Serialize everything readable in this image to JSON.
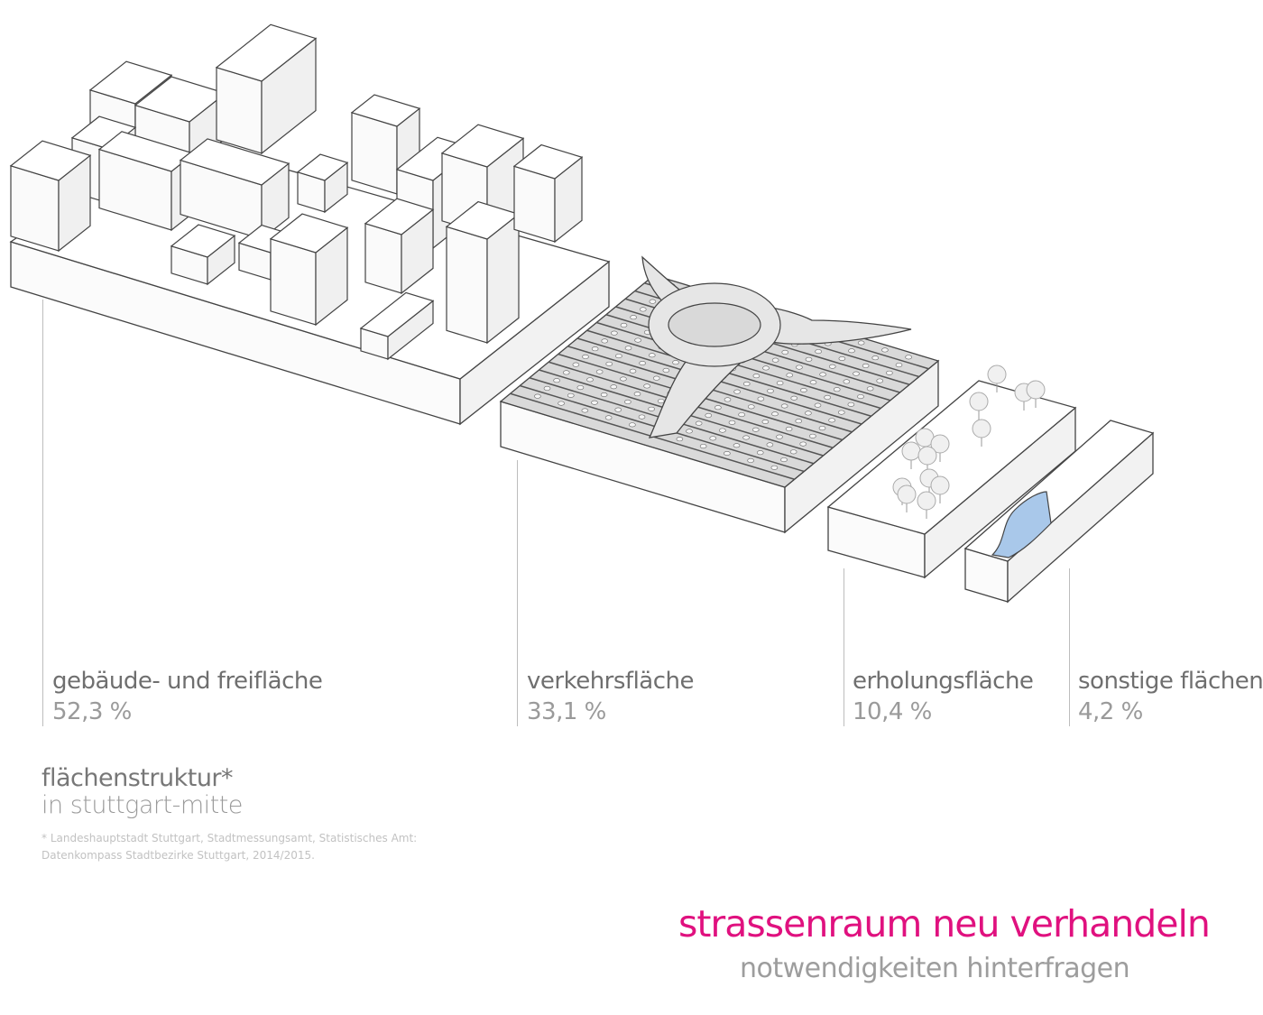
{
  "categories": [
    {
      "label": "gebäude- und freifläche",
      "value": "52,3 %"
    },
    {
      "label": "verkehrsfläche",
      "value": "33,1 %"
    },
    {
      "label": "erholungsfläche",
      "value": "10,4 %"
    },
    {
      "label": "sonstige flächen",
      "value": "4,2 %"
    }
  ],
  "subtitle": {
    "title": "flächenstruktur*",
    "location": "in stuttgart-mitte"
  },
  "source": {
    "line1": "* Landeshauptstadt Stuttgart, Stadtmessungsamt, Statistisches Amt:",
    "line2": "Datenkompass Stadtbezirke Stuttgart, 2014/2015."
  },
  "headline": "strassenraum neu verhandeln",
  "tagline": "notwendigkeiten hinterfragen",
  "colors": {
    "accent": "#e0117f",
    "water": "#a9c8ea",
    "block_fill": "#ffffff",
    "stroke": "#444444"
  }
}
